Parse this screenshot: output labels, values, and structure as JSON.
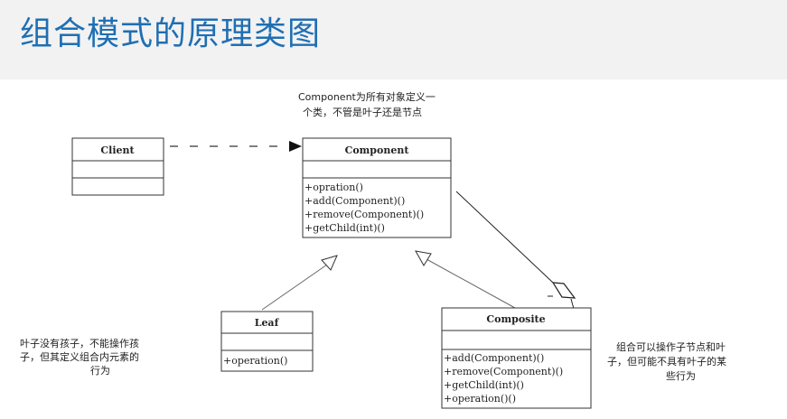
{
  "page": {
    "title": "组合模式的原理类图"
  },
  "notes": {
    "component_line1": "Component为所有对象定义一",
    "component_line2": "个类，不管是叶子还是节点",
    "leaf_line1": "叶子没有孩子，不能操作孩",
    "leaf_line2": "子，但其定义组合内元素的",
    "leaf_line3": "行为",
    "composite_line1": "组合可以操作子节点和叶",
    "composite_line2": "子，但可能不具有叶子的某",
    "composite_line3": "些行为"
  },
  "classes": {
    "client": {
      "name": "Client"
    },
    "component": {
      "name": "Component",
      "methods": [
        "+opration()",
        "+add(Component)()",
        "+remove(Component)()",
        "+getChild(int)()"
      ]
    },
    "leaf": {
      "name": "Leaf",
      "methods": [
        "+operation()"
      ]
    },
    "composite": {
      "name": "Composite",
      "methods": [
        "+add(Component)()",
        "+remove(Component)()",
        "+getChild(int)()",
        "+operation()()"
      ]
    }
  }
}
